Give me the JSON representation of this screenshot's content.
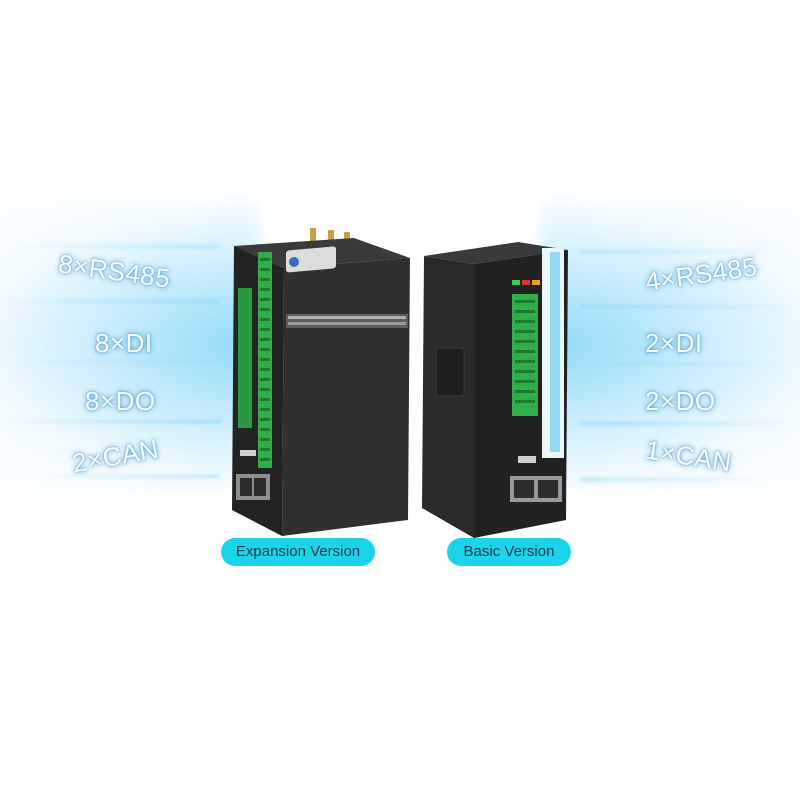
{
  "left_specs": [
    "8×RS485",
    "8×DI",
    "8×DO",
    "2×CAN"
  ],
  "right_specs": [
    "4×RS485",
    "2×DI",
    "2×DO",
    "1×CAN"
  ],
  "labels": {
    "expansion": "Expansion Version",
    "basic": "Basic Version"
  },
  "colors": {
    "accent": "#1ad4ea",
    "glow": "#8fd8f5",
    "device_body": "#2b2b2b",
    "terminal_green": "#2fae4a"
  },
  "icons": [
    "antenna-icon",
    "terminal-block-icon",
    "ethernet-port-icon",
    "usb-port-icon",
    "status-led-icon"
  ]
}
